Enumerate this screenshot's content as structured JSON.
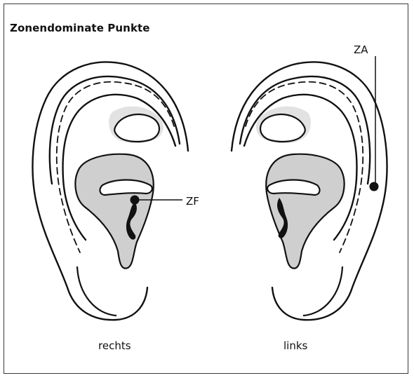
{
  "diagram": {
    "title": "Zonendominate Punkte",
    "ears": [
      {
        "label": "rechts"
      },
      {
        "label": "links"
      }
    ],
    "points": {
      "za": "ZA",
      "zf": "ZF"
    }
  }
}
